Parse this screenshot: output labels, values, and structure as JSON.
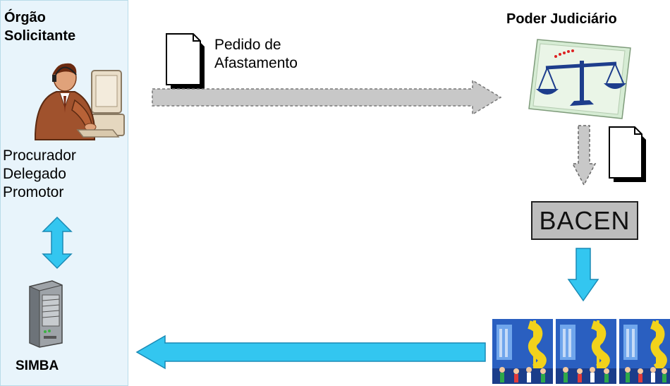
{
  "left_panel": {
    "title_lines": [
      "Órgão",
      "Solicitante"
    ],
    "roles": [
      "Procurador",
      "Delegado",
      "Promotor"
    ],
    "system_label": "SIMBA"
  },
  "judiciary": {
    "label": "Poder Judiciário"
  },
  "request": {
    "label_lines": [
      "Pedido de",
      "Afastamento"
    ]
  },
  "bacen": {
    "label": "BACEN"
  },
  "colors": {
    "panel_bg": "#e8f4fb",
    "cyan_arrow": "#33c6f0",
    "gray_arrow": "#c8c8c8",
    "bacen_box": "#bdbdbd"
  },
  "icons": {
    "user": "user-at-computer-icon",
    "server": "server-icon",
    "document": "document-icon",
    "scales": "scales-of-justice-icon",
    "banks": "bank-money-icon"
  }
}
